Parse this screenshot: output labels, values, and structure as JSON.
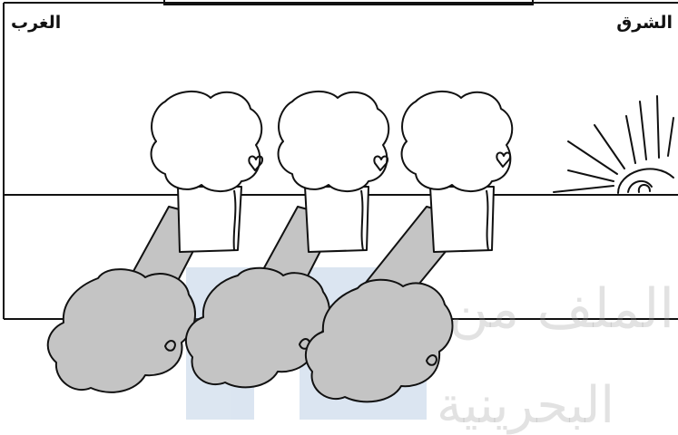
{
  "labels": {
    "west": "الغرب",
    "east": "الشرق"
  },
  "watermark": {
    "line1": "الملف من",
    "line2": "البحرينية"
  },
  "colors": {
    "ink": "#111111",
    "shadow": "#c4c4c4",
    "watermark_blue": "#9bb7d8"
  },
  "figure": {
    "objects_count": 3,
    "sun_position": "east",
    "object_icon": "tree-with-heart",
    "shadow_direction": "west"
  }
}
